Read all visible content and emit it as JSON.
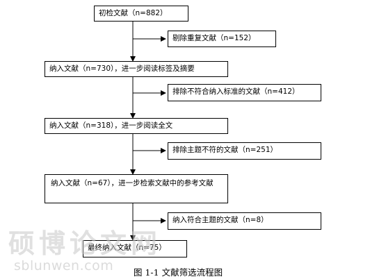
{
  "flowchart": {
    "boxes": {
      "initial": "初检文献（n=882）",
      "exclude_duplicates": "剔除重复文献（n=152）",
      "include_abstract": "纳入文献（n=730），进一步阅读标签及摘要",
      "exclude_criteria": "排除不符合纳入标准的文献（n=412）",
      "include_fulltext": "纳入文献（n=318），进一步阅读全文",
      "exclude_topic": "排除主题不符的文献（n=251）",
      "include_references": "纳入文献（n=67），进一步检索文献中的参考文献",
      "include_topic_match": "纳入符合主题的文献（n=8）",
      "final": "最终纳入文献（n=75）"
    }
  },
  "caption": "图 1-1   文献筛选流程图",
  "watermark": {
    "chinese": "硕博论文网",
    "url": "sblunwen.com"
  }
}
